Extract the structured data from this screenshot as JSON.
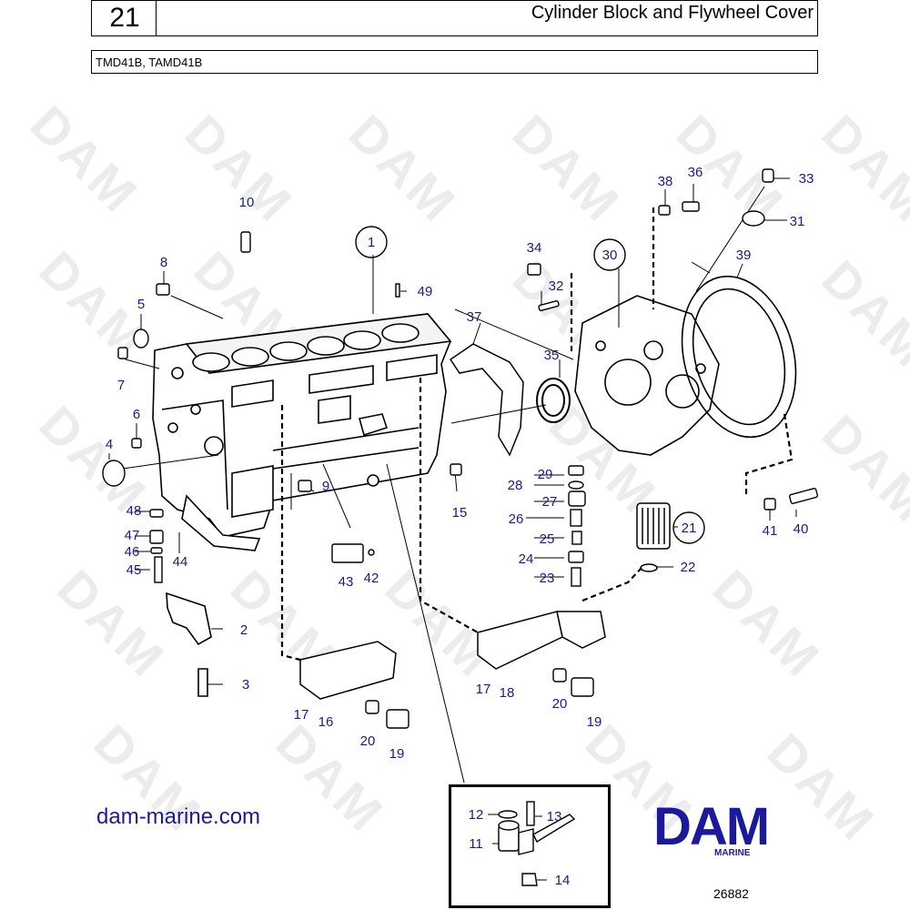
{
  "header": {
    "section_number": "21",
    "title": "Cylinder Block and Flywheel Cover",
    "models": "TMD41B, TAMD41B"
  },
  "watermark_text": "DAM",
  "callouts": [
    "1",
    "2",
    "3",
    "4",
    "5",
    "6",
    "7",
    "8",
    "9",
    "10",
    "11",
    "12",
    "13",
    "14",
    "15",
    "16",
    "17",
    "17",
    "18",
    "19",
    "19",
    "20",
    "20",
    "21",
    "22",
    "23",
    "24",
    "25",
    "26",
    "27",
    "28",
    "29",
    "30",
    "31",
    "32",
    "33",
    "34",
    "35",
    "36",
    "37",
    "38",
    "39",
    "40",
    "41",
    "42",
    "43",
    "44",
    "45",
    "46",
    "47",
    "48",
    "49"
  ],
  "footer": {
    "website": "dam-marine.com",
    "logo_text": "DAM",
    "logo_subtext": "MARINE",
    "image_code": "26882"
  },
  "colors": {
    "callout": "#1a1a8c",
    "brand": "#1a1a9a",
    "watermark": "#ececec"
  }
}
